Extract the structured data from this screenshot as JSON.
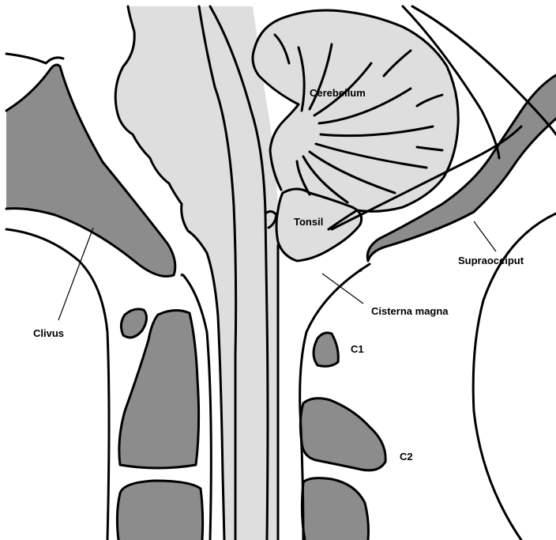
{
  "labels": {
    "cerebellum": "Cerebellum",
    "tonsil": "Tonsil",
    "supraocciput": "Supraocciput",
    "cisterna_magna": "Cisterna magna",
    "clivus": "Clivus",
    "c1": "C1",
    "c2": "C2",
    "asterisk": "*"
  },
  "colors": {
    "brain_fill": "#dedede",
    "bone_fill": "#8c8c8c",
    "outline": "#000000",
    "background": "#ffffff"
  }
}
